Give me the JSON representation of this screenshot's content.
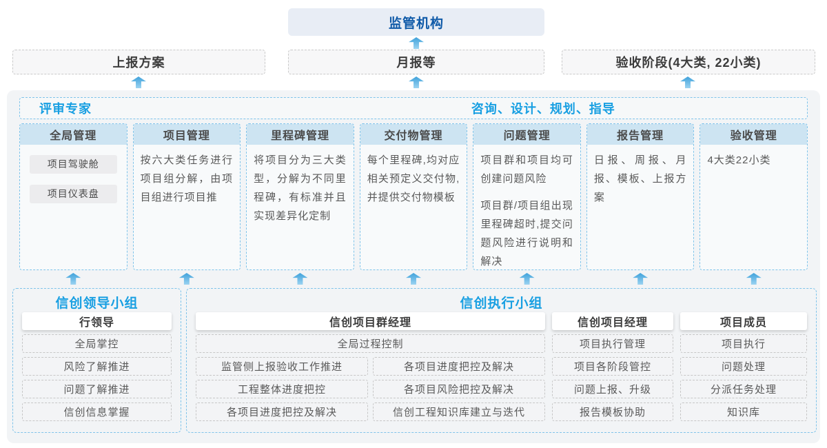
{
  "top": {
    "regulator": "监管机构"
  },
  "row2": [
    "上报方案",
    "月报等",
    "验收阶段(4大类, 22小类)"
  ],
  "expert_bar": {
    "left": "评审专家",
    "right": "咨询、设计、规划、指导"
  },
  "columns": [
    {
      "title": "全局管理",
      "chips": [
        "项目驾驶舱",
        "项目仪表盘"
      ]
    },
    {
      "title": "项目管理",
      "paragraphs": [
        "按六大类任务进行项目组分解，由项目组进行项目推"
      ]
    },
    {
      "title": "里程碑管理",
      "paragraphs": [
        "将项目分为三大类型，分解为不同里程碑，有标准并且实现差异化定制"
      ]
    },
    {
      "title": "交付物管理",
      "paragraphs": [
        "每个里程碑,均对应相关预定义交付物,并提供交付物模板"
      ]
    },
    {
      "title": "问题管理",
      "paragraphs": [
        "项目群和项目均可创建问题风险",
        "项目群/项目组出现里程碑超时,提交问题风险进行说明和解决"
      ]
    },
    {
      "title": "报告管理",
      "paragraphs": [
        "日报、周报、月报、模板、上报方案"
      ]
    },
    {
      "title": "验收管理",
      "paragraphs": [
        "4大类22小类"
      ]
    }
  ],
  "bottom": {
    "leader_group": {
      "title": "信创领导小组",
      "role": "行领导",
      "items": [
        "全局掌控",
        "风险了解推进",
        "问题了解推进",
        "信创信息掌握"
      ]
    },
    "exec_group": {
      "title": "信创执行小组",
      "program_manager": {
        "role": "信创项目群经理",
        "full_row": "全局过程控制",
        "left_items": [
          "监管侧上报验收工作推进",
          "工程整体进度把控",
          "各项目进度把控及解决"
        ],
        "right_items": [
          "各项目进度把控及解决",
          "各项目风险把控及解决",
          "信创工程知识库建立与迭代"
        ]
      },
      "project_manager": {
        "role": "信创项目经理",
        "items": [
          "项目执行管理",
          "项目各阶段管控",
          "问题上报、升级",
          "报告模板协助"
        ]
      },
      "members": {
        "role": "项目成员",
        "items": [
          "项目执行",
          "问题处理",
          "分派任务处理",
          "知识库"
        ]
      }
    }
  },
  "colors": {
    "accent_blue": "#189fe2",
    "dark_blue": "#0f5aa8",
    "column_header_bg": "#cde4f2",
    "panel_bg": "#f2f4f6",
    "dashed_blue_border": "#7ec3ea",
    "arrow_gradient_top": "#3fa2db",
    "arrow_gradient_bottom": "#9bd3f1"
  }
}
